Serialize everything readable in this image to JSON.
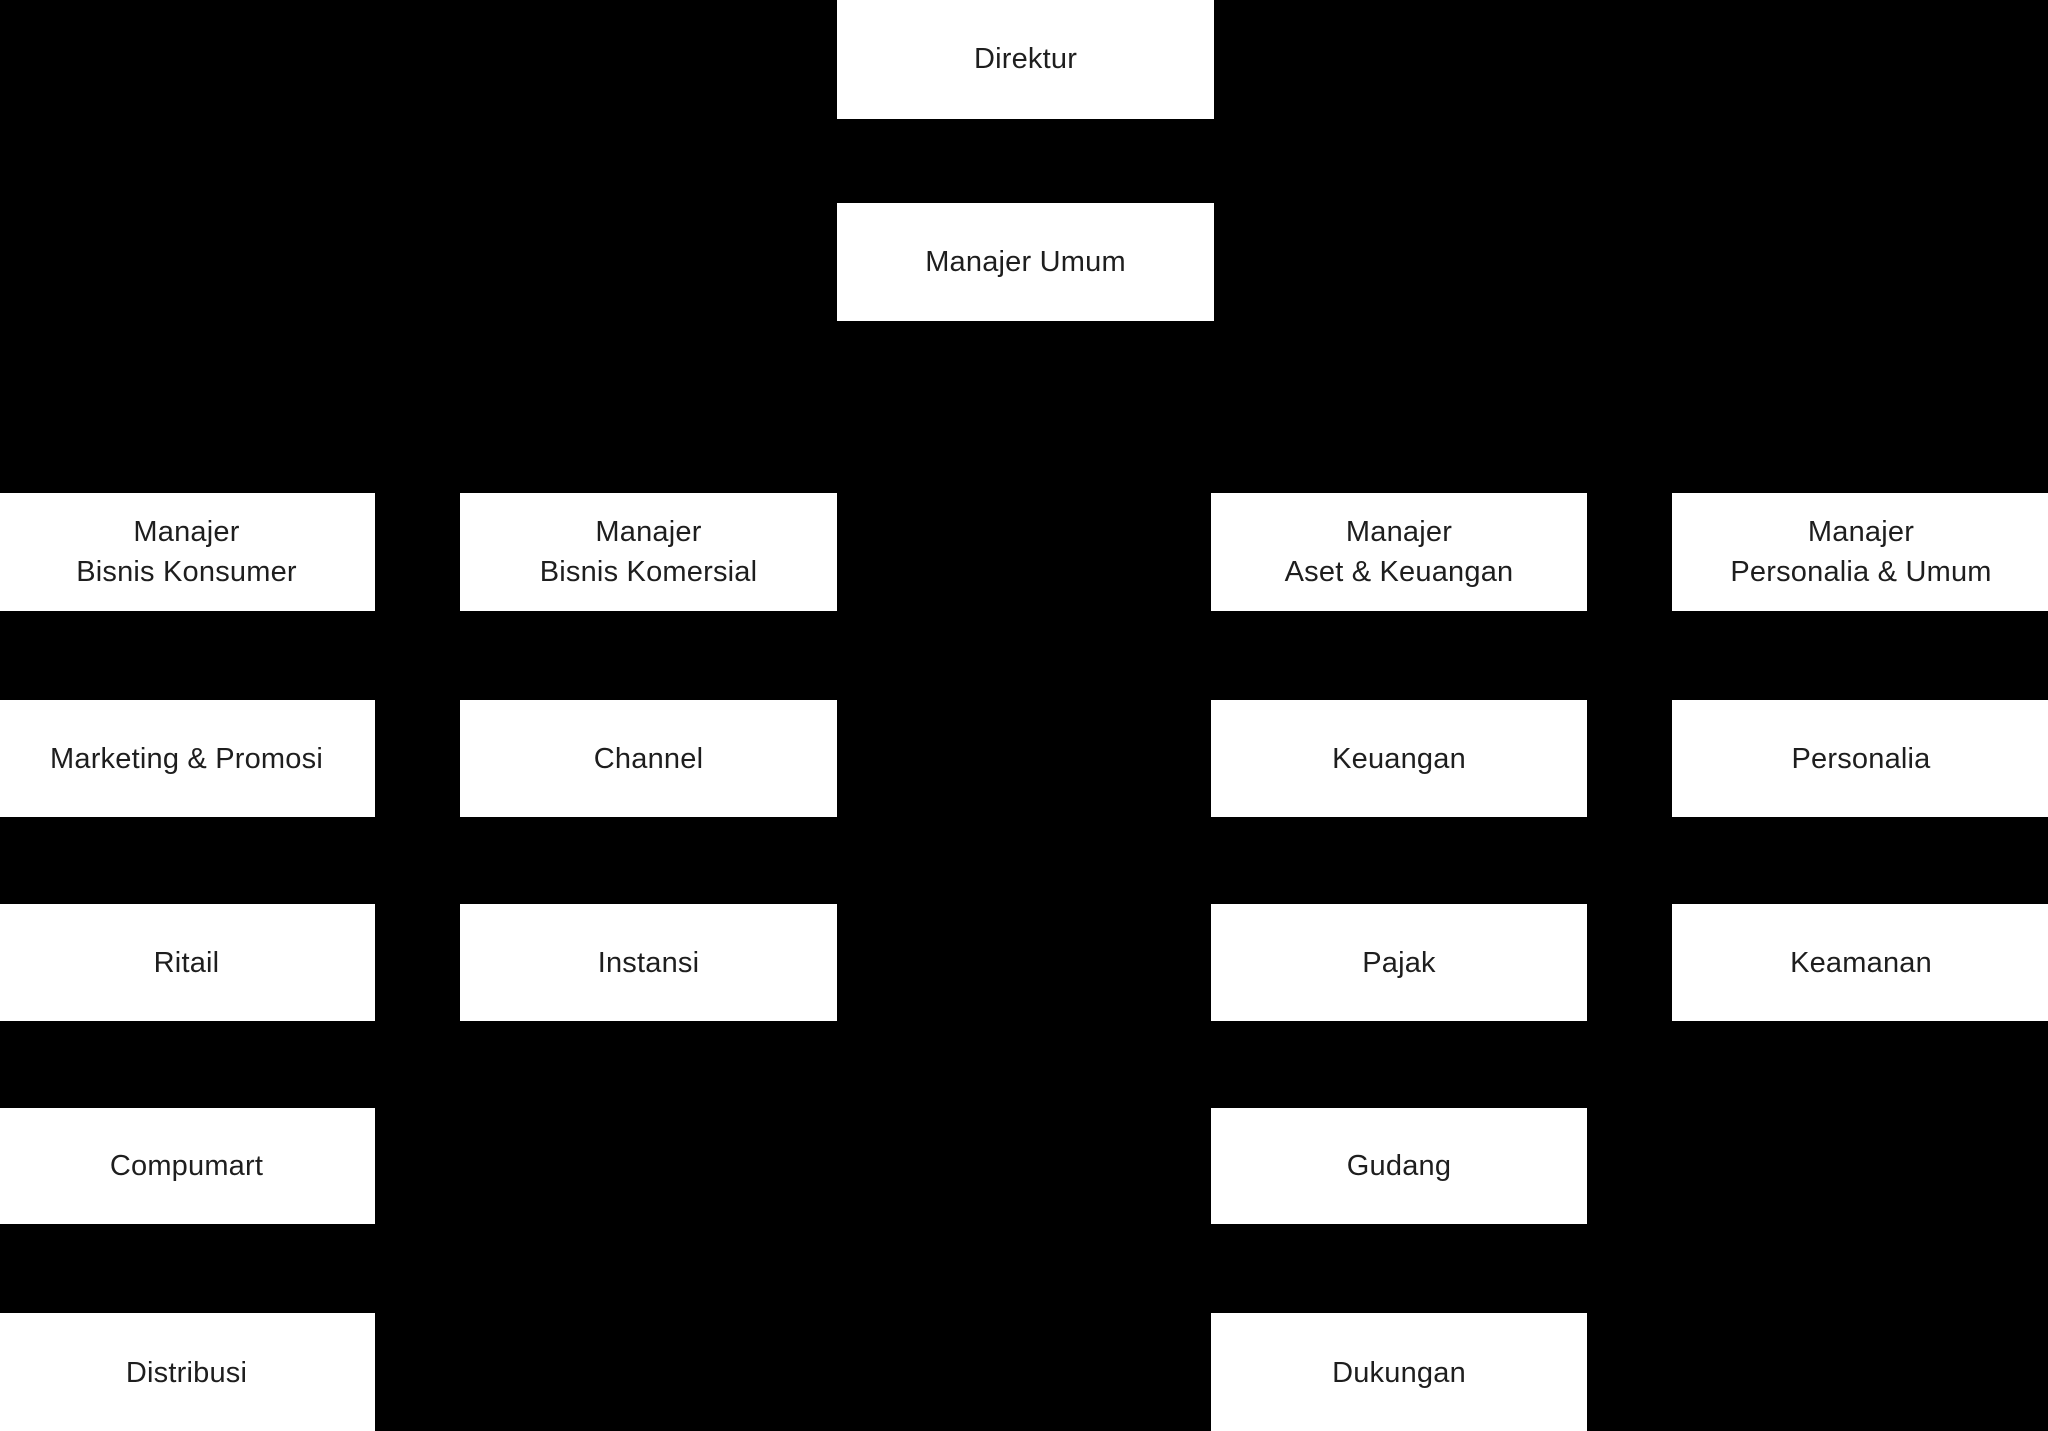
{
  "colors": {
    "background": "#000000",
    "node_fill": "#ffffff",
    "node_text": "#1e1e1e"
  },
  "org": {
    "direktur": "Direktur",
    "manajer_umum": "Manajer Umum",
    "managers": [
      {
        "line1": "Manajer",
        "line2": "Bisnis Konsumer",
        "children": [
          "Marketing & Promosi",
          "Ritail",
          "Compumart",
          "Distribusi"
        ]
      },
      {
        "line1": "Manajer",
        "line2": "Bisnis Komersial",
        "children": [
          "Channel",
          "Instansi"
        ]
      },
      {
        "line1": "Manajer",
        "line2": "Aset & Keuangan",
        "children": [
          "Keuangan",
          "Pajak",
          "Gudang",
          "Dukungan"
        ]
      },
      {
        "line1": "Manajer",
        "line2": "Personalia & Umum",
        "children": [
          "Personalia",
          "Keamanan"
        ]
      }
    ]
  }
}
